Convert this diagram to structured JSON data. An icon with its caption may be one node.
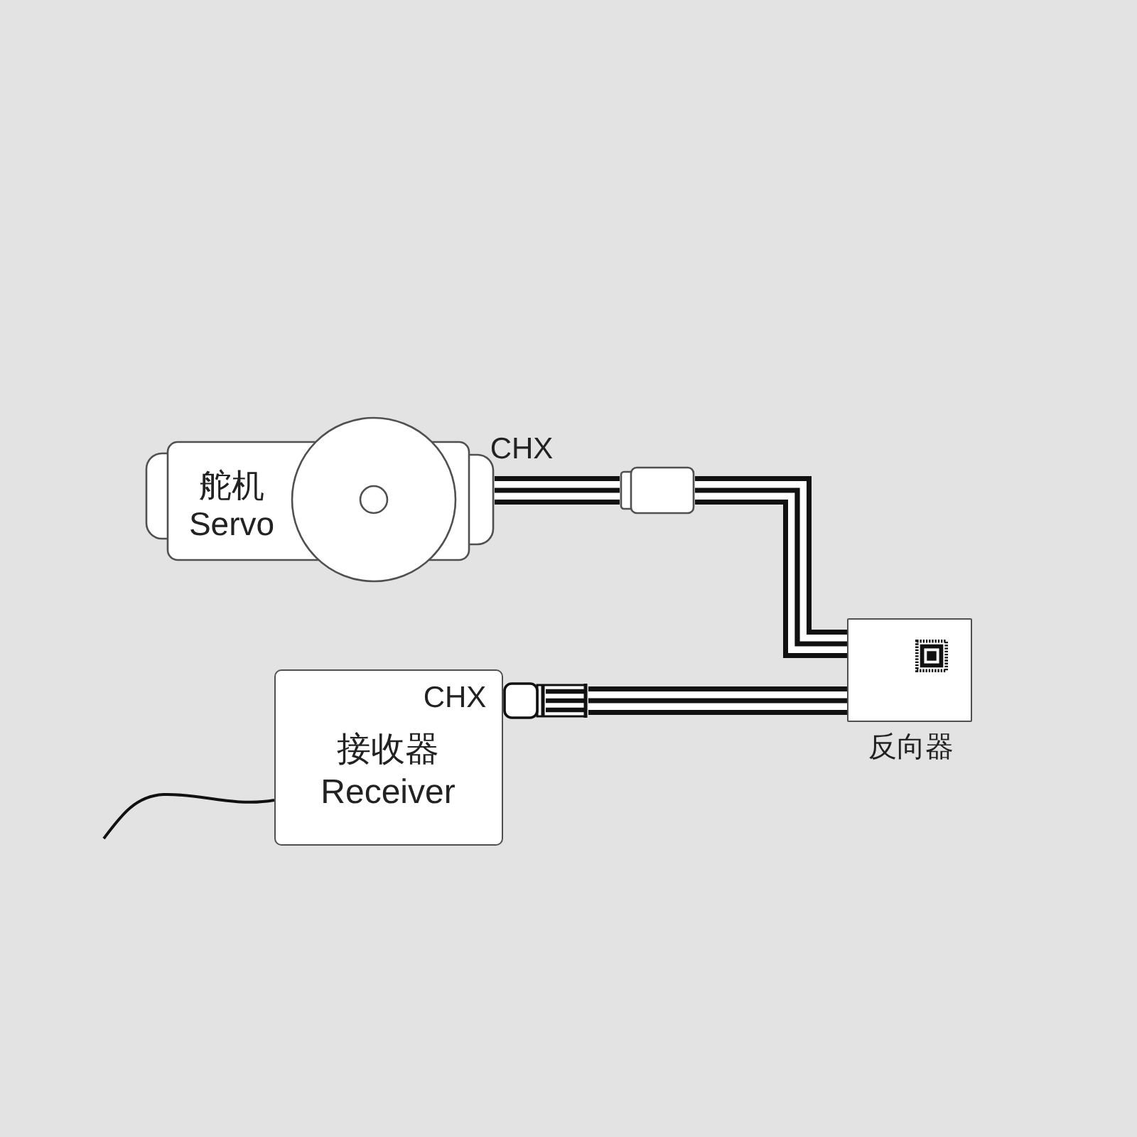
{
  "diagram": {
    "nodes": [
      {
        "text": [
          "舵机",
          "Servo"
        ],
        "beside": [
          "CHX"
        ]
      },
      {
        "text": [],
        "shape": "box"
      },
      {
        "text": [
          "反向器"
        ]
      },
      {
        "text": [
          "CHX",
          "接收器",
          "Receiver"
        ]
      },
      {
        "text": [],
        "shape": "box"
      }
    ],
    "edges": [
      {
        "from": 0,
        "to": 1,
        "arrow": "none"
      },
      {
        "from": 1,
        "to": 2,
        "arrow": "none"
      },
      {
        "from": 4,
        "to": 2,
        "arrow": "none"
      }
    ]
  }
}
